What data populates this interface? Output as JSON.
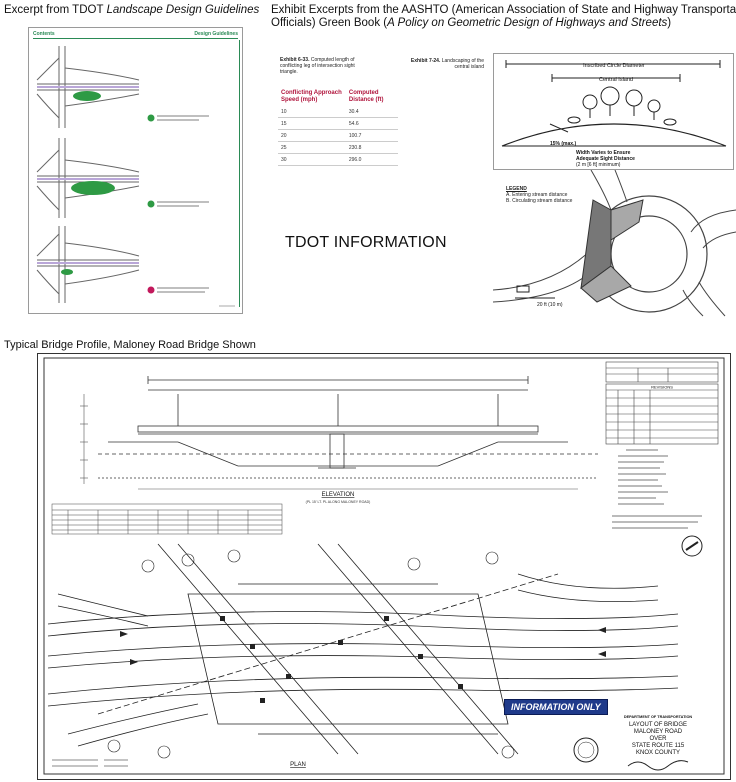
{
  "left_header": {
    "pre": "Excerpt from TDOT ",
    "italic": "Landscape Design Guidelines"
  },
  "right_header": {
    "line1": "Exhibit Excerpts from the AASHTO (American Association of State and Highway Transportation",
    "line2_pre": "Officials) Green Book (",
    "line2_italic": "A Policy on Geometric Design of Highways and Streets",
    "line2_post": ")"
  },
  "guideline_sheet": {
    "top_left": "Contents",
    "top_right": "Design Guidelines"
  },
  "exhibit_table": {
    "title_bold": "Exhibit 6-33.",
    "title_rest": " Computed length of conflicting leg of intersection sight triangle.",
    "col1": "Conflicting Approach Speed (mph)",
    "col2": "Computed Distance (ft)",
    "rows": [
      [
        "10",
        "30.4"
      ],
      [
        "15",
        "54.6"
      ],
      [
        "20",
        "100.7"
      ],
      [
        "25",
        "230.8"
      ],
      [
        "30",
        "296.0"
      ]
    ]
  },
  "exhibit_island": {
    "title_bold": "Exhibit 7-24.",
    "title_rest": " Landscaping of the central island"
  },
  "section_diagram": {
    "inscribed": "Inscribed Circle Diameter",
    "central": "Central Island",
    "slope": "15% (max.)",
    "width_note_1": "Width Varies to Ensure",
    "width_note_2": "Adequate Sight Distance",
    "width_note_3": "(2 m [6 ft] minimum)"
  },
  "legend": {
    "title": "LEGEND",
    "a": "A. Entering stream distance",
    "b": "B. Circulating stream distance"
  },
  "roundabout_dim": "20 ft (10 m)",
  "tdot_info": "TDOT INFORMATION",
  "bridge_header": "Typical Bridge Profile, Maloney Road Bridge Shown",
  "drawing": {
    "elevation": "ELEVATION",
    "elevation_sub": "(PL 15' LT. PL ALONG MALONEY ROAD)",
    "plan": "PLAN",
    "stamp": "INFORMATION ONLY",
    "dept": "DEPARTMENT OF TRANSPORTATION",
    "title1": "LAYOUT OF BRIDGE",
    "title2": "MALONEY ROAD",
    "title3": "OVER",
    "title4": "STATE ROUTE 115",
    "title5": "KNOX COUNTY",
    "revisions": "REVISIONS"
  }
}
